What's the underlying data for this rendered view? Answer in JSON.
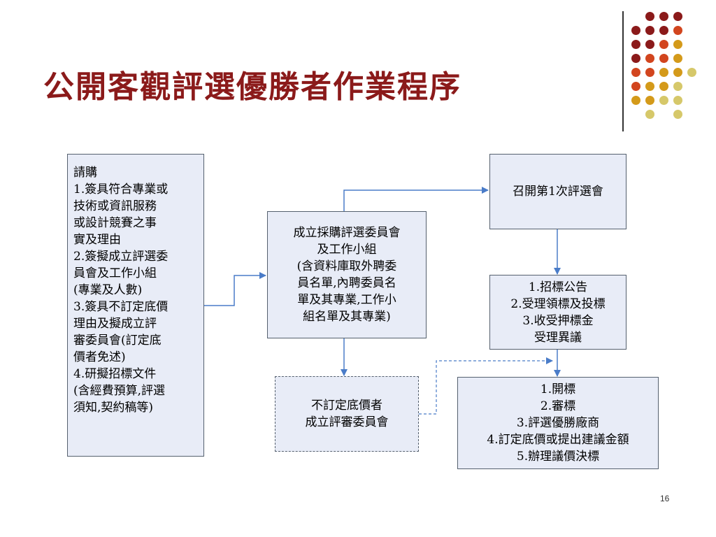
{
  "title": "公開客觀評選優勝者作業程序",
  "page_number": "16",
  "boxes": {
    "request": {
      "lines": [
        "請購",
        "1.簽具符合專業或",
        "技術或資訊服務",
        "或設計競賽之事",
        "實及理由",
        "2.簽擬成立評選委",
        "員會及工作小組",
        "(專業及人數)",
        "3.簽具不訂定底價",
        "理由及擬成立評",
        "審委員會(訂定底",
        "價者免述)",
        "4.研擬招標文件",
        "(含經費預算,評選",
        "須知,契約稿等)"
      ]
    },
    "committee": {
      "lines": [
        "成立採購評選委員會",
        "及工作小組",
        "(含資料庫取外聘委",
        "員名單,內聘委員名",
        "單及其專業,工作小",
        "組名單及其專業)"
      ]
    },
    "no_reserve": {
      "lines": [
        "不訂定底價者",
        "成立評審委員會"
      ]
    },
    "first_meeting": {
      "lines": [
        "召開第1次評選會"
      ]
    },
    "tender": {
      "lines": [
        "1.招標公告",
        "2.受理領標及投標",
        "3.收受押標金",
        "受理異議"
      ]
    },
    "opening": {
      "lines": [
        "1.開標",
        "2.審標",
        "3.評選優勝廠商",
        "4.訂定底價或提出建議金額",
        "5.辦理議價決標"
      ]
    }
  },
  "colors": {
    "title": "#8B1A1A",
    "box_fill": "#E8ECF7",
    "box_border": "#55606e",
    "arrow": "#4A7CC8",
    "dots": [
      "#8B1A1A",
      "#D2451E",
      "#D49A1A",
      "#D6C86A"
    ]
  }
}
